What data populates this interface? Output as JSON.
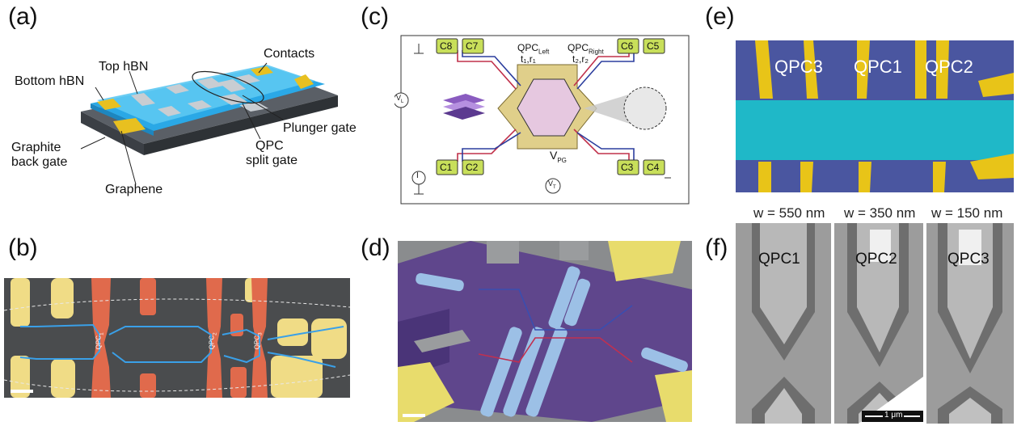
{
  "panels": {
    "a": {
      "label": "(a)",
      "annotations": {
        "top_hbn": "Top hBN",
        "contacts": "Contacts",
        "bottom_hbn": "Bottom hBN",
        "plunger": "Plunger gate",
        "qpc_line1": "QPC",
        "qpc_line2": "split gate",
        "graphite_line1": "Graphite",
        "graphite_line2": "back gate",
        "graphene": "Graphene"
      }
    },
    "b": {
      "label": "(b)",
      "qpc_tags": [
        "QPC",
        "QPC",
        "QPC"
      ],
      "qpc_subs": [
        "1",
        "2",
        "3"
      ]
    },
    "c": {
      "label": "(c)",
      "contacts": [
        "C8",
        "C7",
        "C6",
        "C5",
        "C1",
        "C2",
        "C3",
        "C4"
      ],
      "qpc_left": "QPC",
      "qpc_left_sub": "Left",
      "qpc_left_params": "t₁,r₁",
      "qpc_right": "QPC",
      "qpc_right_sub": "Right",
      "qpc_right_params": "t₂,r₂",
      "vpg": "V",
      "vpg_sub": "PG",
      "v_l": "V",
      "v_l_sub": "L",
      "v_t": "V",
      "v_t_sub": "T",
      "current": "I"
    },
    "d": {
      "label": "(d)"
    },
    "e": {
      "label": "(e)",
      "qpc_labels": [
        "QPC3",
        "QPC1",
        "QPC2"
      ]
    },
    "f": {
      "label": "(f)",
      "widths": [
        "w = 550 nm",
        "w = 350 nm",
        "w = 150 nm"
      ],
      "qpc_labels": [
        "QPC1",
        "QPC2",
        "QPC3"
      ],
      "scale_bar": "1 μm"
    }
  }
}
